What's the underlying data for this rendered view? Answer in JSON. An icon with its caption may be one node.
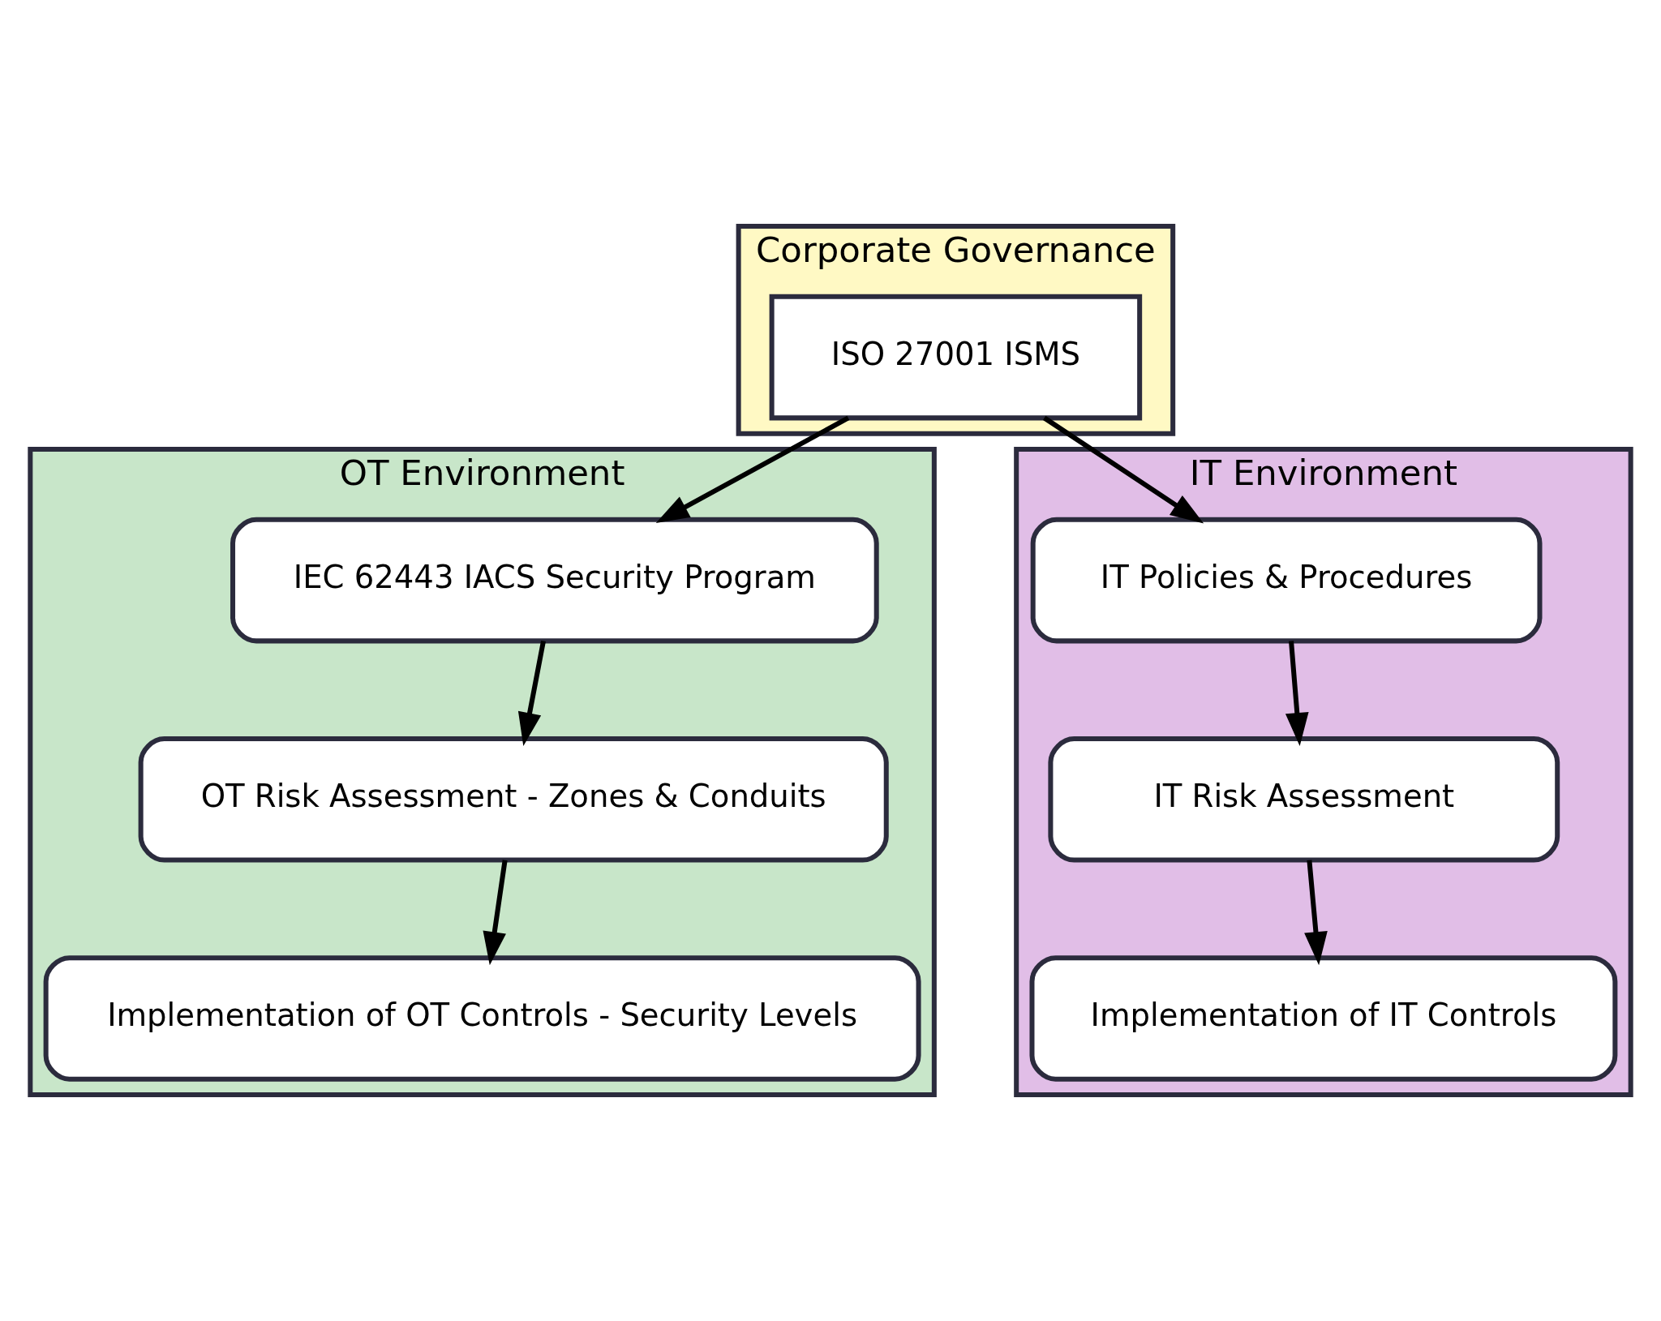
{
  "diagram": {
    "nodes": [
      {
        "text": [
          "Corporate Governance"
        ]
      },
      {
        "text": [
          "ISO 27001 ISMS"
        ],
        "in": 0
      },
      {
        "text": [
          "OT Environment"
        ]
      },
      {
        "text": [
          "IEC 62443 IACS Security Program"
        ],
        "in": 2
      },
      {
        "text": [
          "OT Risk Assessment - Zones & Conduits"
        ],
        "in": 2
      },
      {
        "text": [
          "Implementation of OT Controls - Security Levels"
        ],
        "in": 2
      },
      {
        "text": [
          "IT Environment"
        ]
      },
      {
        "text": [
          "IT Policies & Procedures"
        ],
        "in": 6
      },
      {
        "text": [
          "IT Risk Assessment"
        ],
        "in": 6
      },
      {
        "text": [
          "Implementation of IT Controls"
        ],
        "in": 6
      }
    ],
    "edges": [
      {
        "from": 1,
        "to": 3,
        "arrow": "to"
      },
      {
        "from": 1,
        "to": 7,
        "arrow": "to"
      },
      {
        "from": 3,
        "to": 4,
        "arrow": "to"
      },
      {
        "from": 4,
        "to": 5,
        "arrow": "to"
      },
      {
        "from": 7,
        "to": 8,
        "arrow": "to"
      },
      {
        "from": 8,
        "to": 9,
        "arrow": "to"
      }
    ]
  }
}
